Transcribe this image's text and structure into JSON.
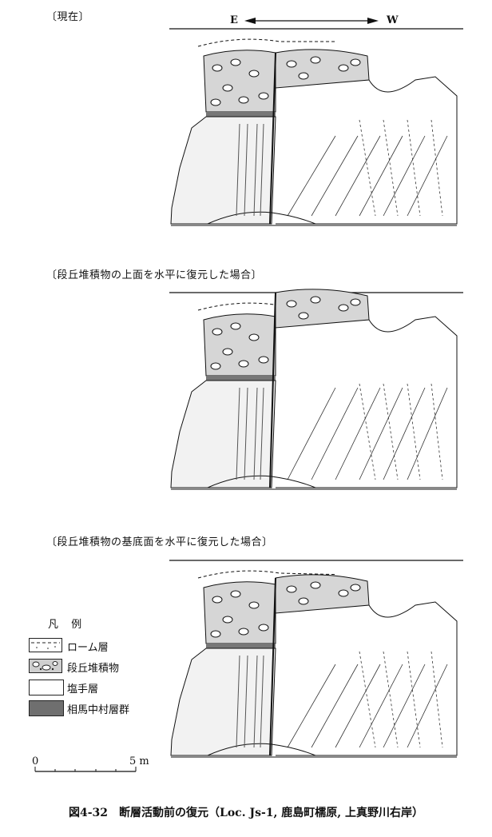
{
  "panels": [
    {
      "label": "〔現在〕",
      "offset": 0
    },
    {
      "label": "〔段丘堆積物の上面を水平に復元した場合〕",
      "offset": 30
    },
    {
      "label": "〔段丘堆積物の基底面を水平に復元した場合〕",
      "offset": 8
    }
  ],
  "direction": {
    "left": "E",
    "right": "W"
  },
  "legend": {
    "title": "凡 例",
    "items": [
      {
        "label": "ローム層",
        "pattern": "loam"
      },
      {
        "label": "段丘堆積物",
        "pattern": "gravel"
      },
      {
        "label": "塩手層",
        "pattern": "blank"
      },
      {
        "label": "相馬中村層群",
        "pattern": "dark"
      }
    ]
  },
  "scale": {
    "start": "0",
    "end": "5 m"
  },
  "caption": "図4-32　断層活動前の復元（Loc. Js-1, 鹿島町檽原, 上真野川右岸）"
}
